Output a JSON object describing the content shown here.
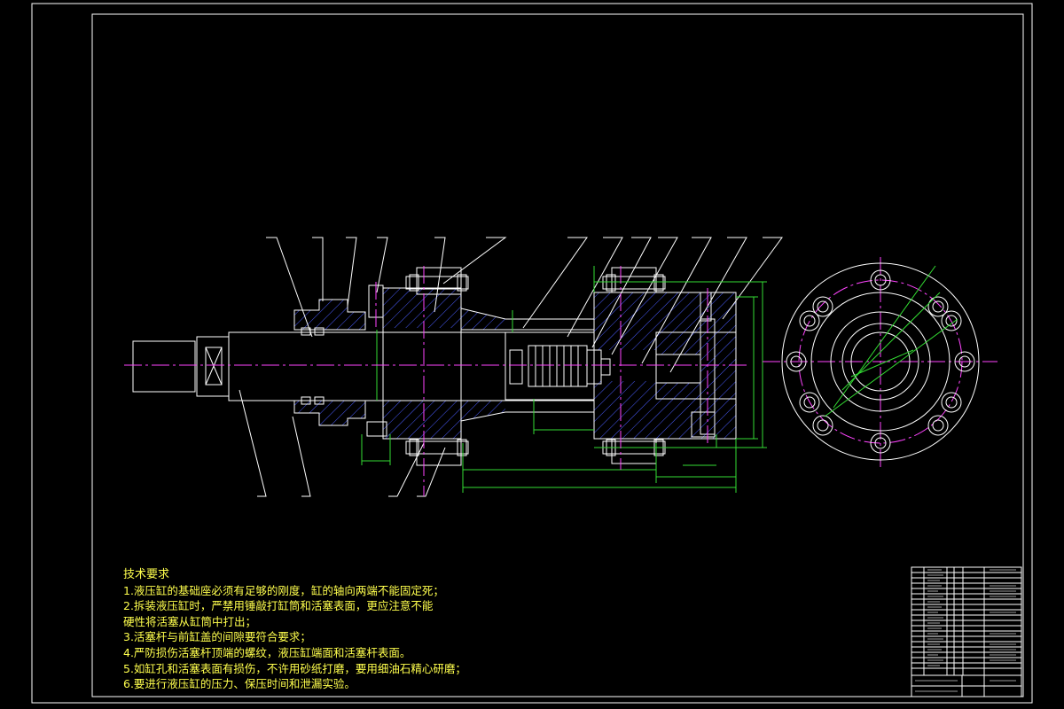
{
  "technical_requirements": {
    "heading": "技术要求",
    "items": [
      "1.液压缸的基础座必须有足够的刚度，缸的轴向两端不能固定死；",
      "2.拆装液压缸时，严禁用锤敲打缸筒和活塞表面，更应注意不能",
      "硬性将活塞从缸筒中打出；",
      "3.活塞杆与前缸盖的间隙要符合要求；",
      "4.严防损伤活塞杆顶端的螺纹，液压缸端面和活塞杆表面。",
      "5.如缸孔和活塞表面有损伤，不许用砂纸打磨，要用细油石精心研磨；",
      "6.要进行液压缸的压力、保压时间和泄漏实验。"
    ]
  },
  "colors": {
    "background": "#000000",
    "outline": "#ffffff",
    "hatch": "#4a5cff",
    "dimension": "#33dd33",
    "centerline": "#ff44ff",
    "notes_text": "#ffff4d"
  }
}
